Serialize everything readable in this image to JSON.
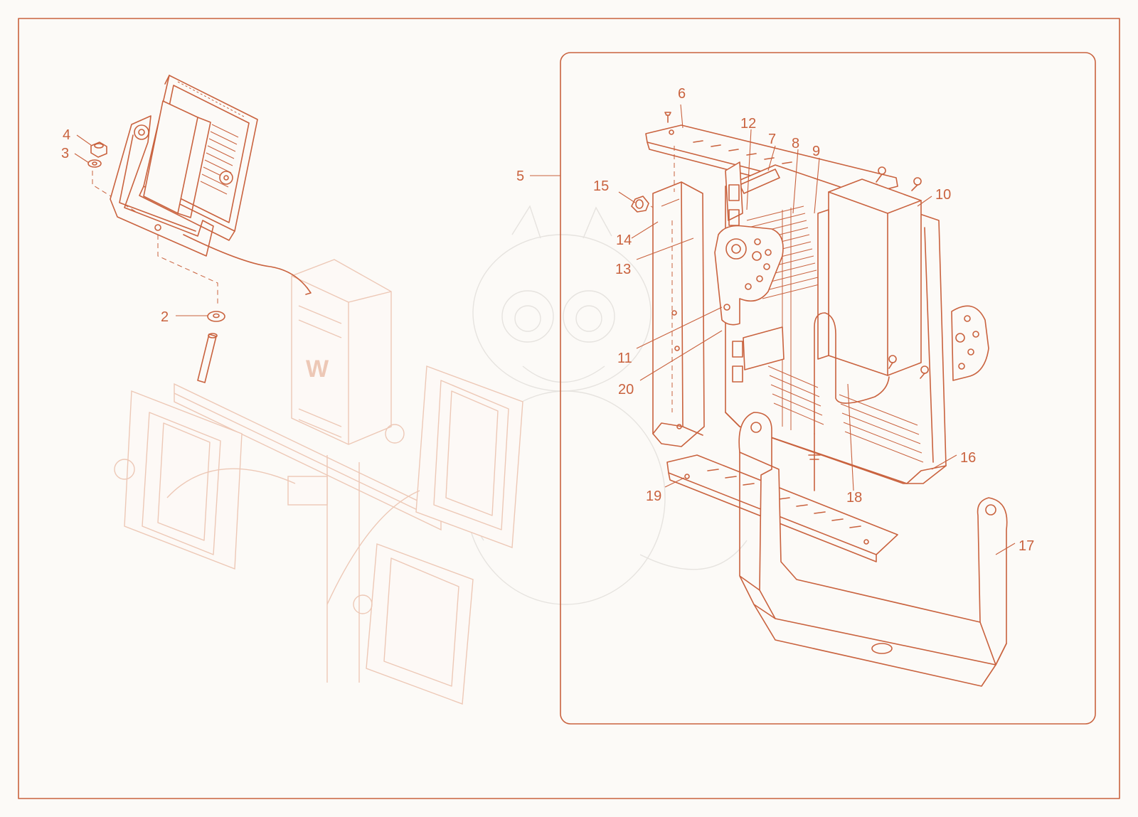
{
  "diagram": {
    "colors": {
      "ink": "#c9623e",
      "ghost": "#edc8b6",
      "paper": "#fcfaf7",
      "watermark": "#e6e3df"
    },
    "callouts": [
      "2",
      "3",
      "4",
      "5",
      "6",
      "7",
      "8",
      "9",
      "10",
      "11",
      "12",
      "13",
      "14",
      "15",
      "16",
      "17",
      "18",
      "19",
      "20"
    ]
  }
}
